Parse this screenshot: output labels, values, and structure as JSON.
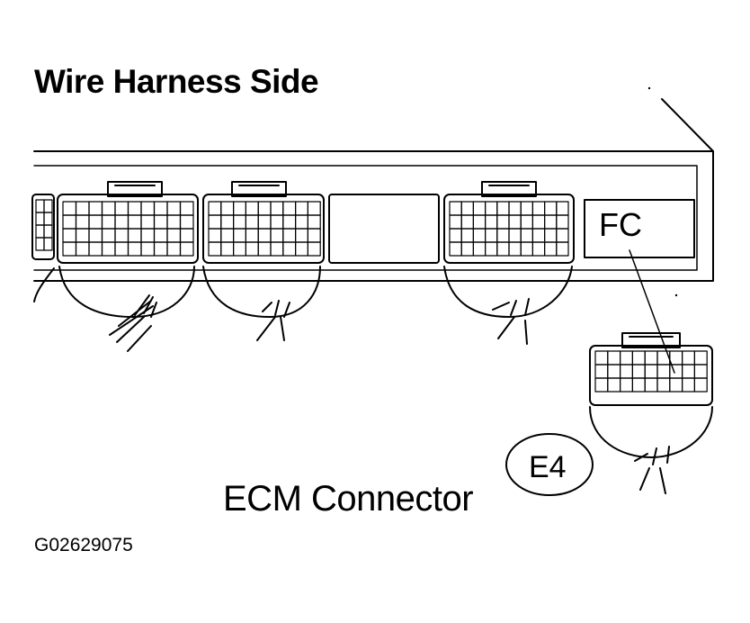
{
  "title": "Wire Harness Side",
  "caption": "ECM Connector",
  "figure_code": "G02629075",
  "fc_label": "FC",
  "callout_label": "E4",
  "colors": {
    "ink": "#000000",
    "paper": "#ffffff"
  }
}
